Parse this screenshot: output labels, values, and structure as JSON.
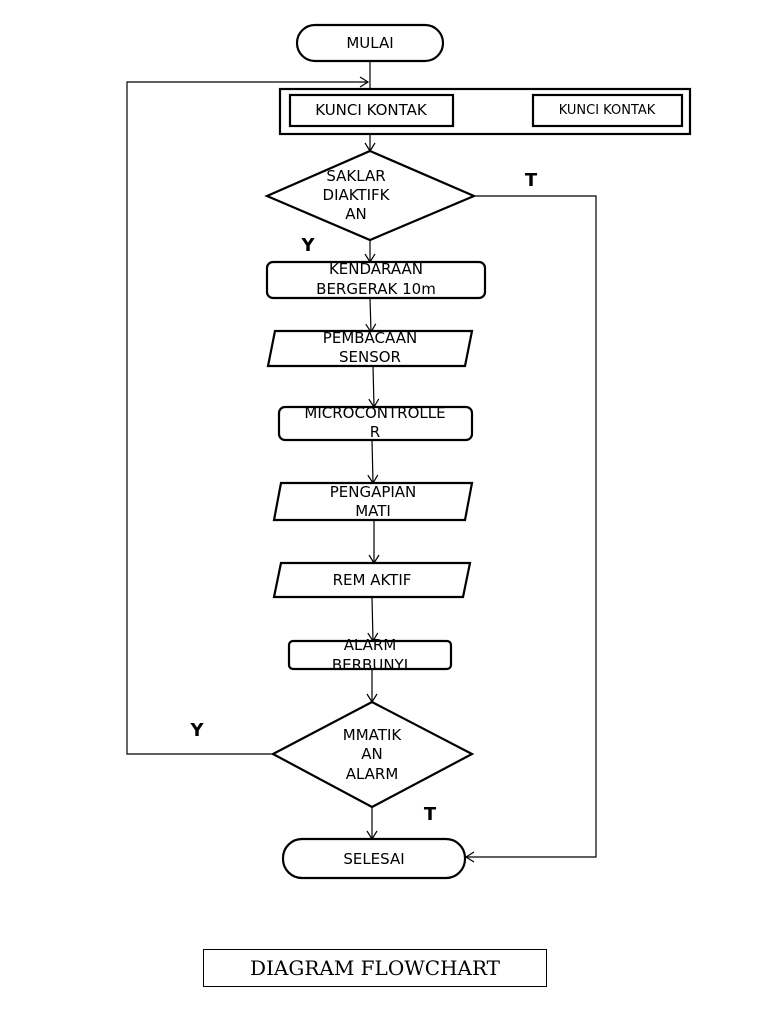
{
  "nodes": {
    "start": "MULAI",
    "key_a": "KUNCI KONTAK",
    "key_b": "KUNCI KONTAK",
    "switch": [
      "SAKLAR",
      "DIAKTIFK",
      "AN"
    ],
    "move": [
      "KENDARAAN",
      "BERGERAK 10m"
    ],
    "sensor": [
      "PEMBACAAN",
      "SENSOR"
    ],
    "mcu": [
      "MICROCONTROLLE",
      "R"
    ],
    "ignition": [
      "PENGAPIAN",
      "MATI"
    ],
    "brake": "REM AKTIF",
    "alarm": [
      "ALARM",
      "BERBUNYI"
    ],
    "off_alarm": [
      "MMATIK",
      "AN",
      "ALARM"
    ],
    "end": "SELESAI"
  },
  "branch_labels": {
    "switch_yes": "Y",
    "switch_no": "T",
    "alarm_yes": "Y",
    "alarm_no": "T"
  },
  "caption": "DIAGRAM FLOWCHART"
}
